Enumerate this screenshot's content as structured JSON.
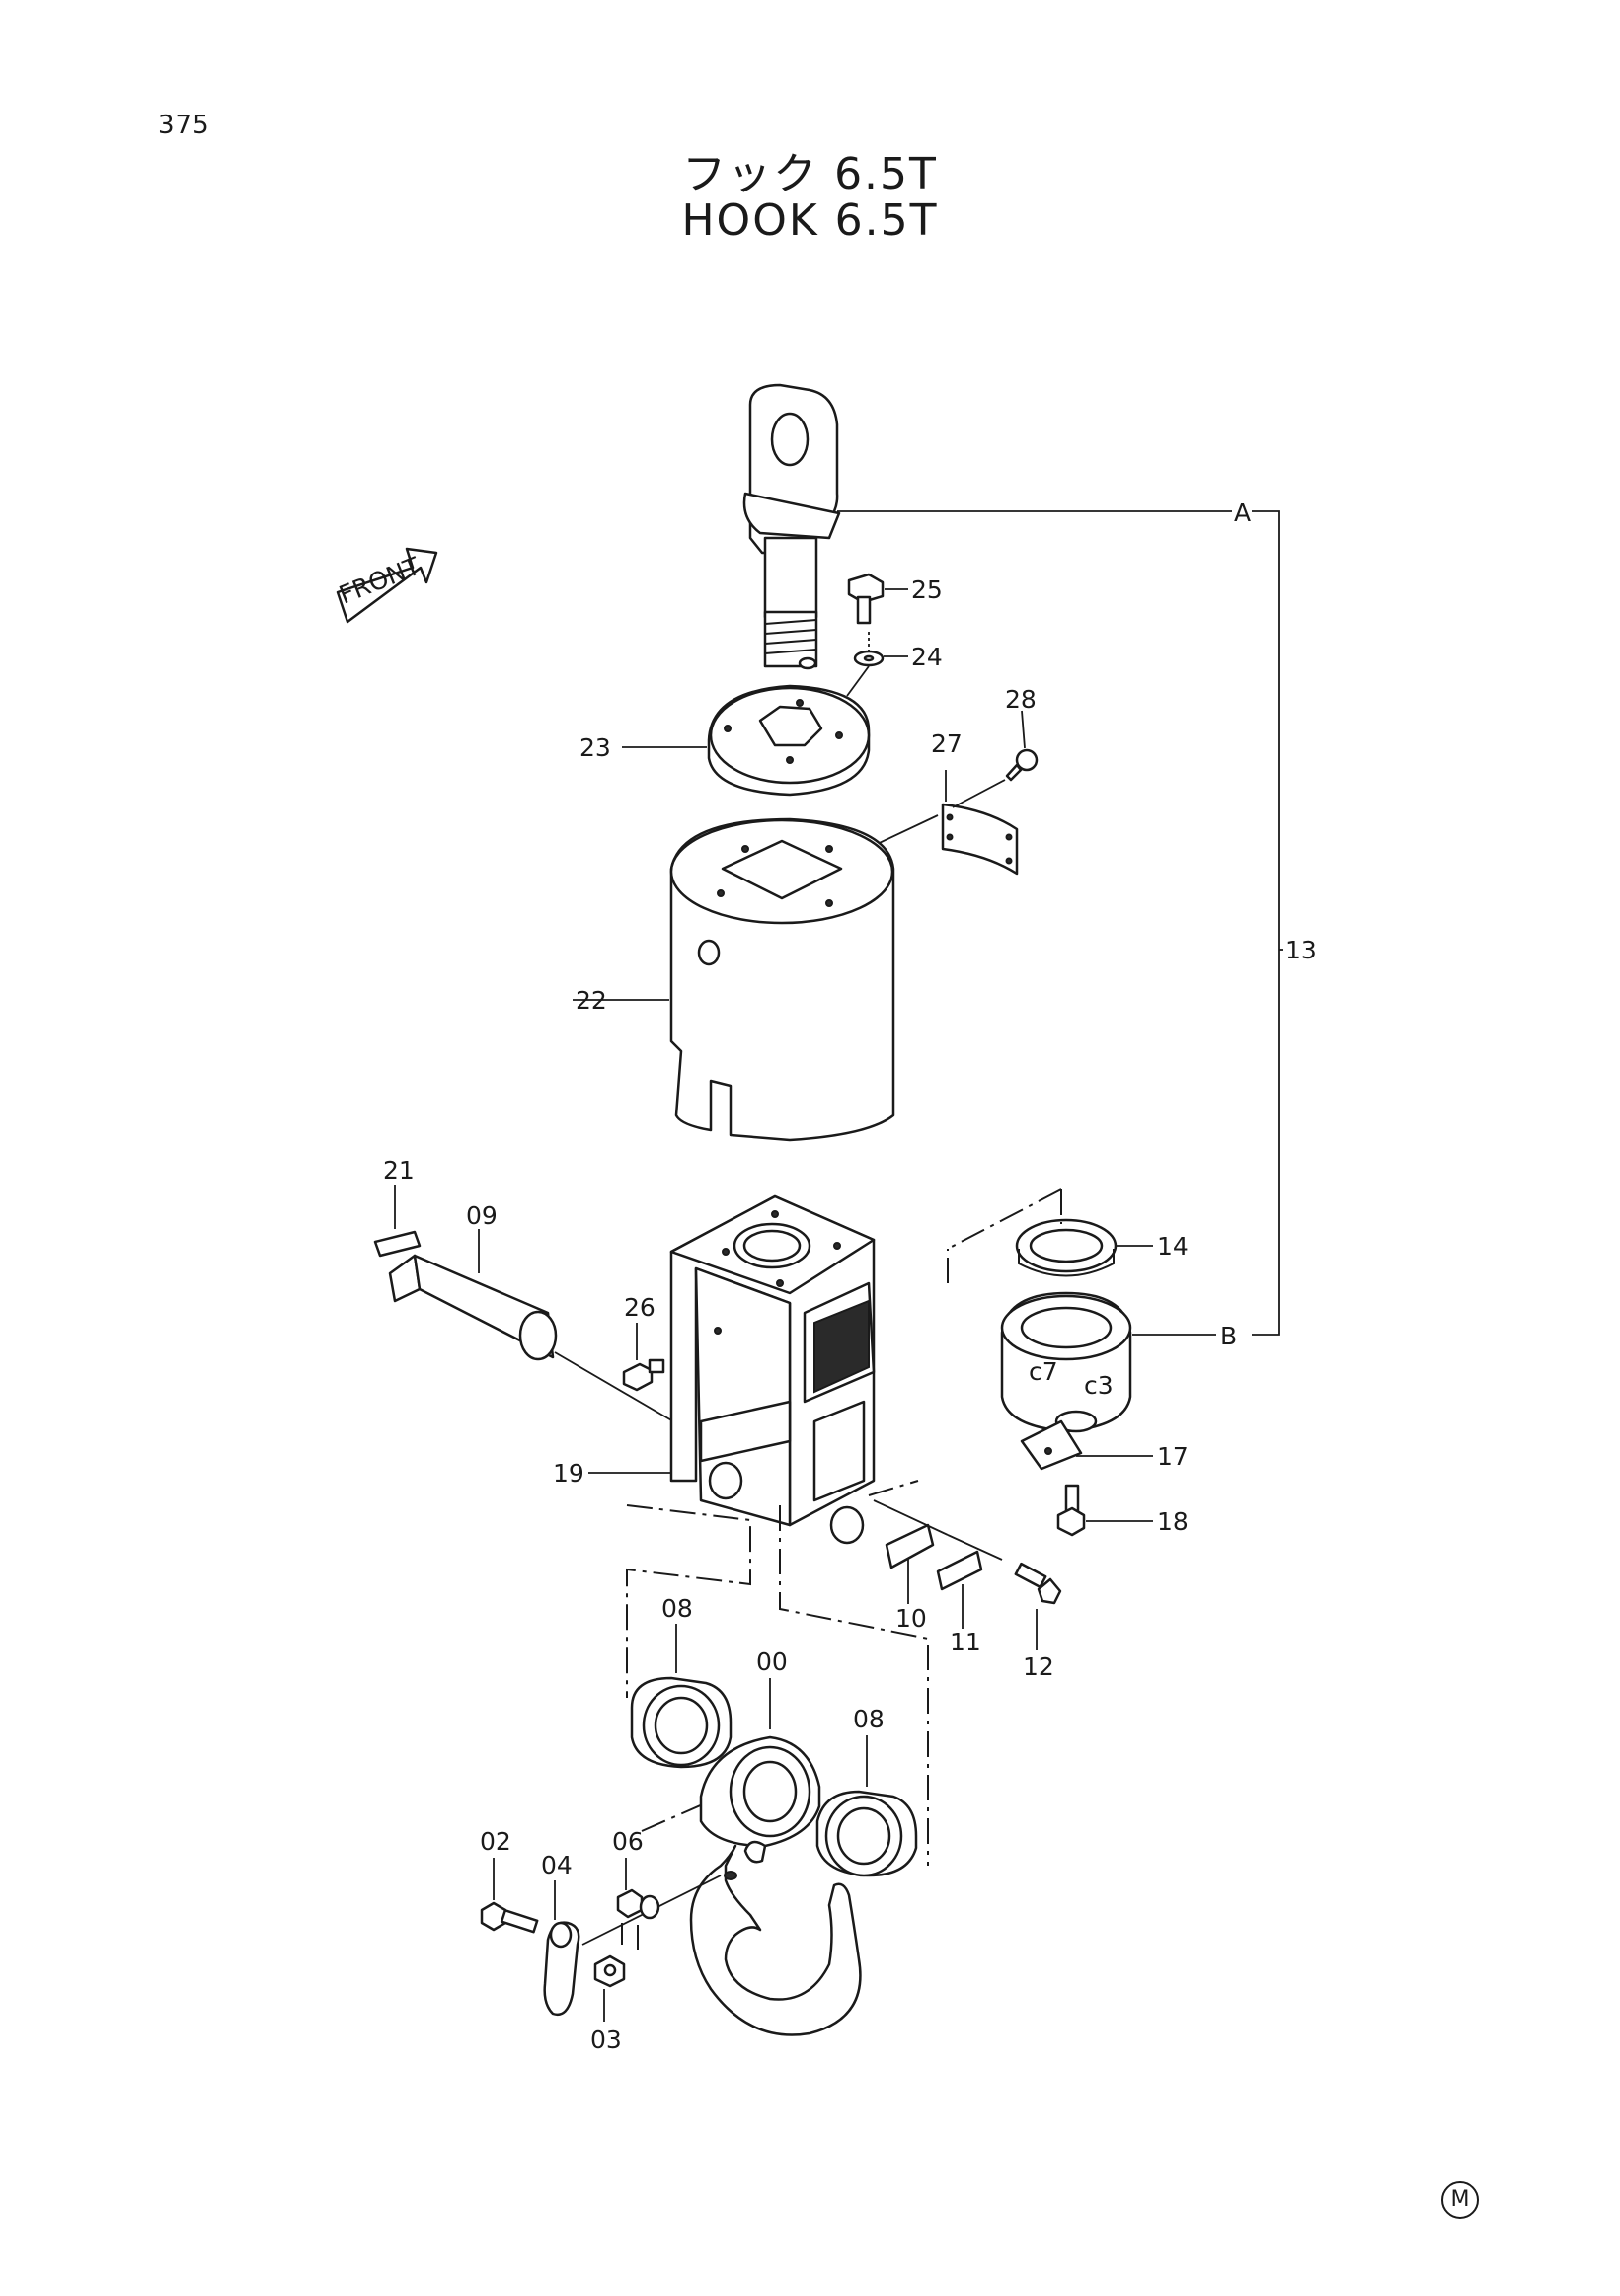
{
  "page": {
    "number": "375"
  },
  "title": {
    "japanese": "フック 6.5T",
    "english": "HOOK 6.5T"
  },
  "orientation": {
    "label": "FRONT"
  },
  "callouts": [
    {
      "id": "c-A",
      "text": "A"
    },
    {
      "id": "c-25",
      "text": "25"
    },
    {
      "id": "c-24",
      "text": "24"
    },
    {
      "id": "c-28",
      "text": "28"
    },
    {
      "id": "c-23",
      "text": "23"
    },
    {
      "id": "c-27",
      "text": "27"
    },
    {
      "id": "c-13",
      "text": "13"
    },
    {
      "id": "c-22",
      "text": "22"
    },
    {
      "id": "c-21",
      "text": "21"
    },
    {
      "id": "c-09",
      "text": "09"
    },
    {
      "id": "c-14",
      "text": "14"
    },
    {
      "id": "c-26",
      "text": "26"
    },
    {
      "id": "c-B",
      "text": "B"
    },
    {
      "id": "c-17",
      "text": "17"
    },
    {
      "id": "c-19",
      "text": "19"
    },
    {
      "id": "c-18",
      "text": "18"
    },
    {
      "id": "c-08a",
      "text": "08"
    },
    {
      "id": "c-10",
      "text": "10"
    },
    {
      "id": "c-11",
      "text": "11"
    },
    {
      "id": "c-00",
      "text": "00"
    },
    {
      "id": "c-12",
      "text": "12"
    },
    {
      "id": "c-08b",
      "text": "08"
    },
    {
      "id": "c-02",
      "text": "02"
    },
    {
      "id": "c-06",
      "text": "06"
    },
    {
      "id": "c-04",
      "text": "04"
    },
    {
      "id": "c-03",
      "text": "03"
    }
  ],
  "maker_mark": "M"
}
